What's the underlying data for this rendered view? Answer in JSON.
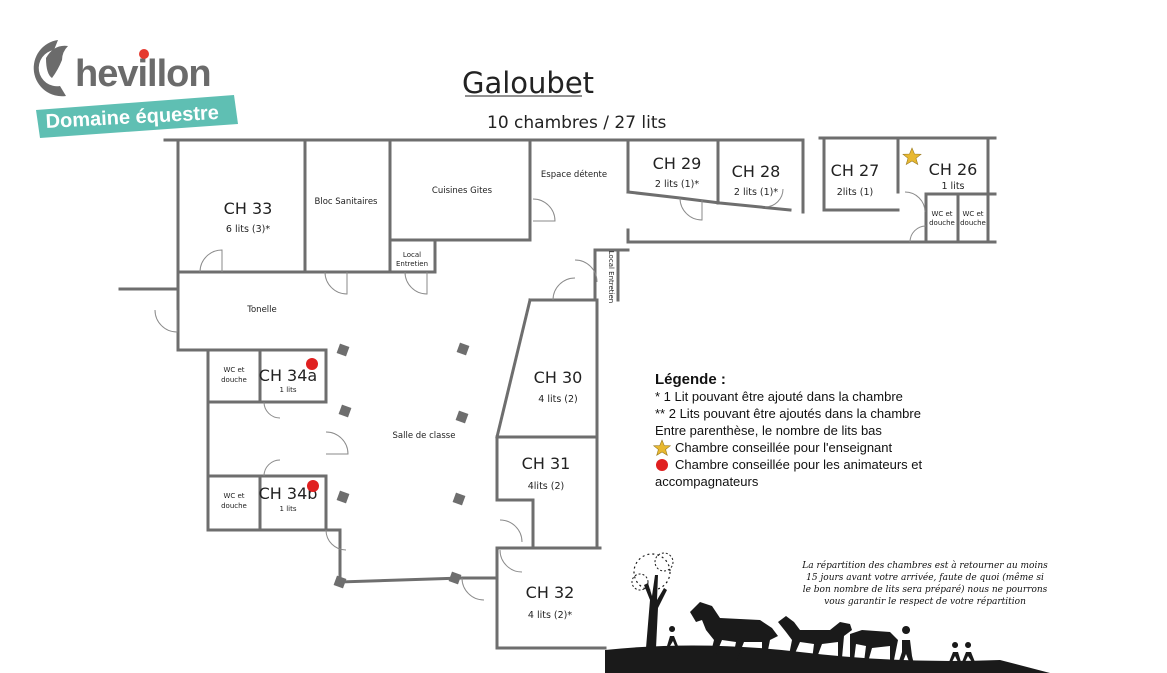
{
  "logo": {
    "letter": "C",
    "word": "hevillon",
    "subtitle": "Domaine équestre",
    "teal_color": "#5fbfb3",
    "dot_color": "#e53a2f"
  },
  "header": {
    "title": "Galoubet",
    "subtitle": "10 chambres / 27 lits"
  },
  "rooms": {
    "ch33": {
      "name": "CH 33",
      "beds": "6 lits (3)*"
    },
    "ch29": {
      "name": "CH 29",
      "beds": "2 lits (1)*"
    },
    "ch28": {
      "name": "CH 28",
      "beds": "2 lits (1)*"
    },
    "ch27": {
      "name": "CH 27",
      "beds": "2lits (1)"
    },
    "ch26": {
      "name": "CH 26",
      "beds": "1 lits"
    },
    "ch30": {
      "name": "CH 30",
      "beds": "4 lits (2)"
    },
    "ch31": {
      "name": "CH 31",
      "beds": "4lits (2)"
    },
    "ch32": {
      "name": "CH 32",
      "beds": "4 lits (2)*"
    },
    "ch34a": {
      "name": "CH 34a",
      "beds": "1 lits"
    },
    "ch34b": {
      "name": "CH 34b",
      "beds": "1 lits"
    }
  },
  "areas": {
    "bloc_sanitaires": "Bloc Sanitaires",
    "cuisines": "Cuisines Gites",
    "espace_detente": "Espace détente",
    "local_entretien_1": "Local",
    "local_entretien_2": "Entretien",
    "local_entretien_v": "Local Entretien",
    "tonelle": "Tonelle",
    "salle_classe": "Salle de classe",
    "wc": "WC et",
    "douche": "douche"
  },
  "legend": {
    "title": "Légende :",
    "line1": "* 1 Lit pouvant être ajouté dans la chambre",
    "line2": "** 2 Lits pouvant être ajoutés dans la chambre",
    "line3": "Entre parenthèse, le nombre de lits bas",
    "line4": "Chambre conseillée pour l'enseignant",
    "line5a": "Chambre conseillée pour les animateurs et",
    "line5b": "accompagnateurs",
    "star_color": "#e8b830",
    "dot_color": "#e02020"
  },
  "note": {
    "line1": "La répartition des chambres est à retourner au moins",
    "line2": "15 jours avant votre arrivée, faute de quoi (même si",
    "line3": "le bon nombre de lits sera préparé) nous ne pourrons",
    "line4": "vous garantir le respect de votre répartition"
  }
}
